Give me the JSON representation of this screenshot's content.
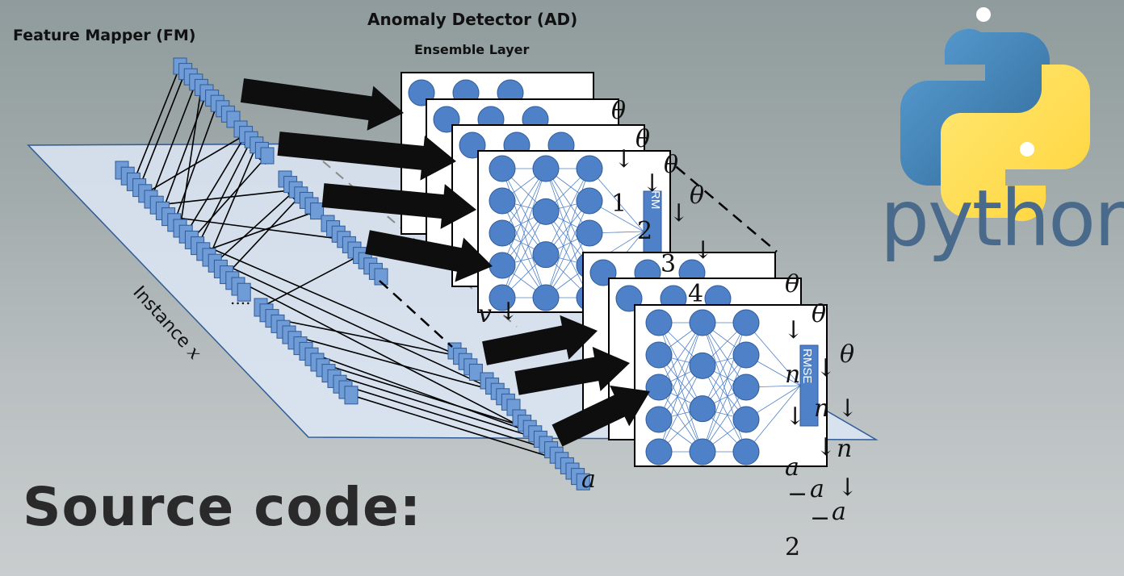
{
  "labels": {
    "feature_mapper": "Feature Mapper (FM)",
    "anomaly_detector": "Anomaly Detector (AD)",
    "ensemble_layer": "Ensemble Layer",
    "instance": "Instance",
    "instance_symbol": "𝑥",
    "ellipsis": "....",
    "rmse": "RMSE",
    "rmse_partial": "RM",
    "source_code": "Source code:",
    "python": "python"
  },
  "math_fragments": {
    "theta": "𝜃",
    "arrow": "↓",
    "n": "𝑛",
    "a": "𝑎",
    "v": "𝑣",
    "one": "1",
    "two": "2",
    "three": "3",
    "four": "4",
    "minus": "−"
  },
  "colors": {
    "node_fill": "#4f81c9",
    "node_stroke": "#2f5b97",
    "feature_cell": "#6f9bd6",
    "plane_fill": "#dde7f6",
    "arrow_fill": "#0e0e0e",
    "python_blue": "#3a74b0",
    "python_yellow": "#ffd43b"
  }
}
